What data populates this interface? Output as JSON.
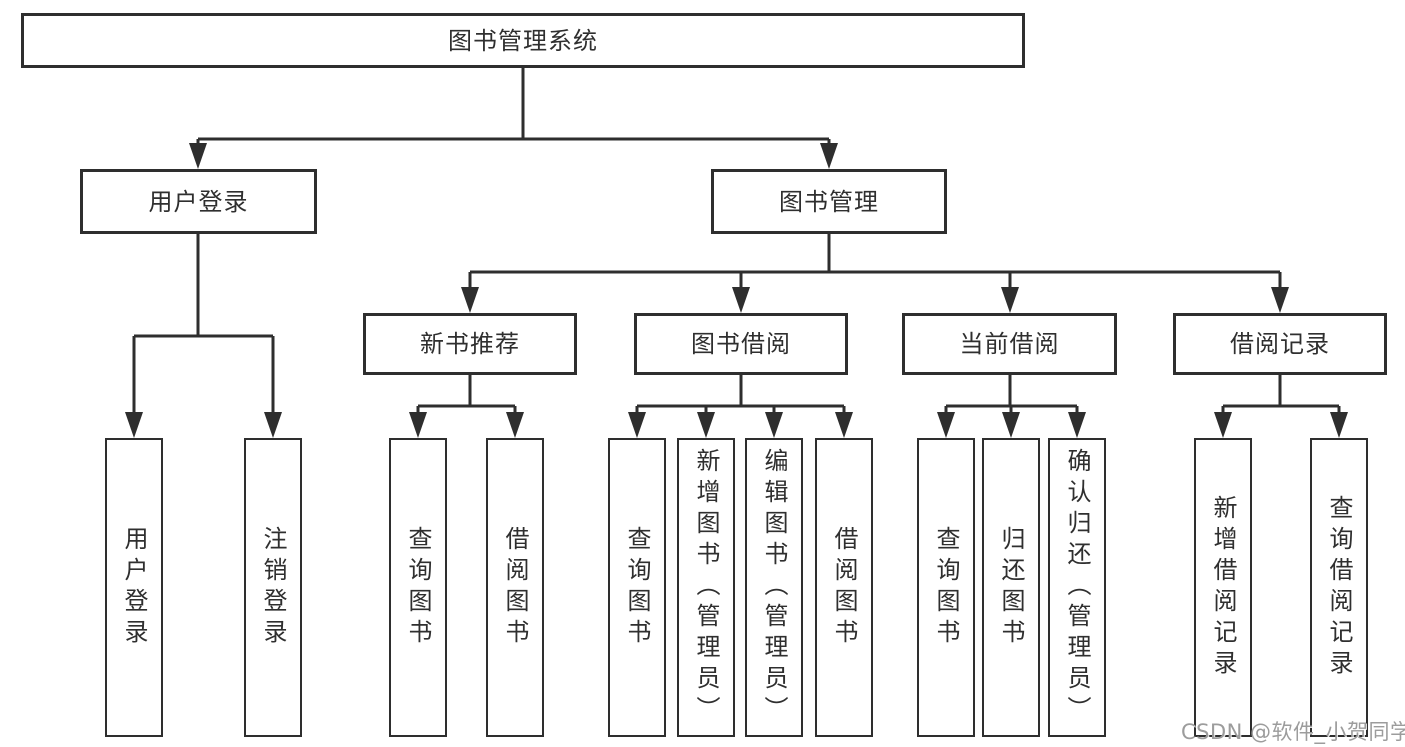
{
  "colors": {
    "line": "#2e2e2e",
    "text": "#2f2f2f",
    "box_bg": "#ffffff",
    "page_bg": "#ffffff",
    "watermark": "#9c9c9c"
  },
  "nodes": {
    "root": "图书管理系统",
    "user_login": "用户登录",
    "book_mgmt": "图书管理",
    "new_book_rec": "新书推荐",
    "book_borrow": "图书借阅",
    "current_borrow": "当前借阅",
    "borrow_record": "借阅记录",
    "leaf_user_login": "用户登录",
    "leaf_logout": "注销登录",
    "leaf_nb_query": "查询图书",
    "leaf_nb_borrow": "借阅图书",
    "leaf_bb_query": "查询图书",
    "leaf_bb_add": "新增图书（管理员）",
    "leaf_bb_edit": "编辑图书（管理员）",
    "leaf_bb_borrow": "借阅图书",
    "leaf_cb_query": "查询图书",
    "leaf_cb_return": "归还图书",
    "leaf_cb_confirm": "确认归还（管理员）",
    "leaf_br_add": "新增借阅记录",
    "leaf_br_query": "查询借阅记录"
  },
  "watermark": "CSDN @软件_小贺同学"
}
